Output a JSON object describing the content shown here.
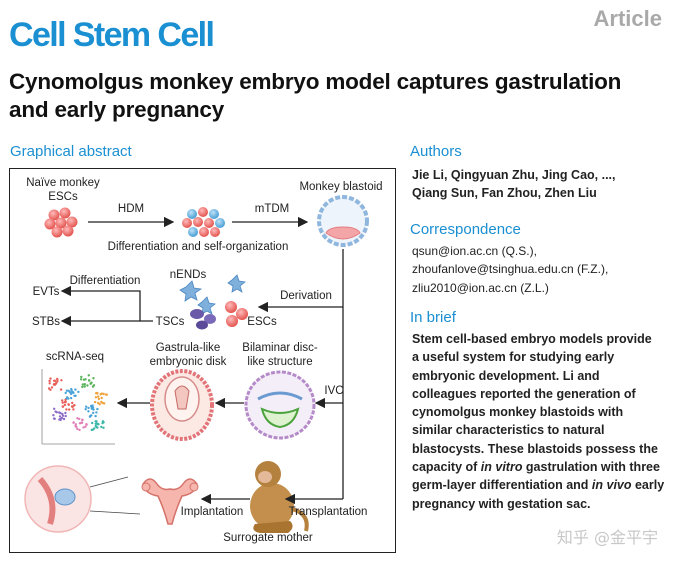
{
  "header": {
    "journal": "Cell Stem Cell",
    "article_type": "Article",
    "title": "Cynomolgus monkey embryo model captures gastrulation and early pregnancy"
  },
  "graphical_abstract": {
    "heading": "Graphical abstract",
    "labels": {
      "naive_1": "Naïve monkey",
      "naive_2": "ESCs",
      "hdm": "HDM",
      "mtdm": "mTDM",
      "blastoid": "Monkey blastoid",
      "diff_self": "Differentiation and self-organization",
      "nends": "nENDs",
      "differentiation": "Differentiation",
      "evts": "EVTs",
      "stbs": "STBs",
      "tscs": "TSCs",
      "escs": "ESCs",
      "derivation": "Derivation",
      "scrna": "scRNA-seq",
      "gastrula_1": "Gastrula-like",
      "gastrula_2": "embryonic disk",
      "bilaminar_1": "Bilaminar disc-",
      "bilaminar_2": "like structure",
      "ivc": "IVC",
      "implantation": "Implantation",
      "transplantation": "Transplantation",
      "surrogate": "Surrogate mother"
    }
  },
  "authors": {
    "heading": "Authors",
    "line1": "Jie Li, Qingyuan Zhu, Jing Cao, ...,",
    "line2": "Qiang Sun, Fan Zhou, Zhen Liu"
  },
  "correspondence": {
    "heading": "Correspondence",
    "emails": [
      "qsun@ion.ac.cn (Q.S.),",
      "zhoufanlove@tsinghua.edu.cn (F.Z.),",
      "zliu2010@ion.ac.cn (Z.L.)"
    ]
  },
  "in_brief": {
    "heading": "In brief",
    "lines": [
      "Stem cell-based embryo models provide",
      "a useful system for studying early",
      "embryonic development. Li and",
      "colleagues reported the generation of",
      "cynomolgus monkey blastoids with",
      "similar characteristics to natural",
      "blastocysts. These blastoids possess the"
    ],
    "line8_pre": "capacity of ",
    "line8_em": "in vitro",
    "line8_post": " gastrulation with three",
    "line9_pre": "germ-layer differentiation and ",
    "line9_em": "in vivo",
    "line9_post": " early",
    "line10": "pregnancy with gestation sac."
  },
  "watermark": "知乎 @金平宇",
  "colors": {
    "brand_blue": "#1a8fd1",
    "cell_red": "#e8605a",
    "cell_blue": "#4aa3d8",
    "tsc_purple": "#6a58a8",
    "blastoid_pink": "#f3a5a8",
    "monkey_brown": "#b5813e"
  }
}
